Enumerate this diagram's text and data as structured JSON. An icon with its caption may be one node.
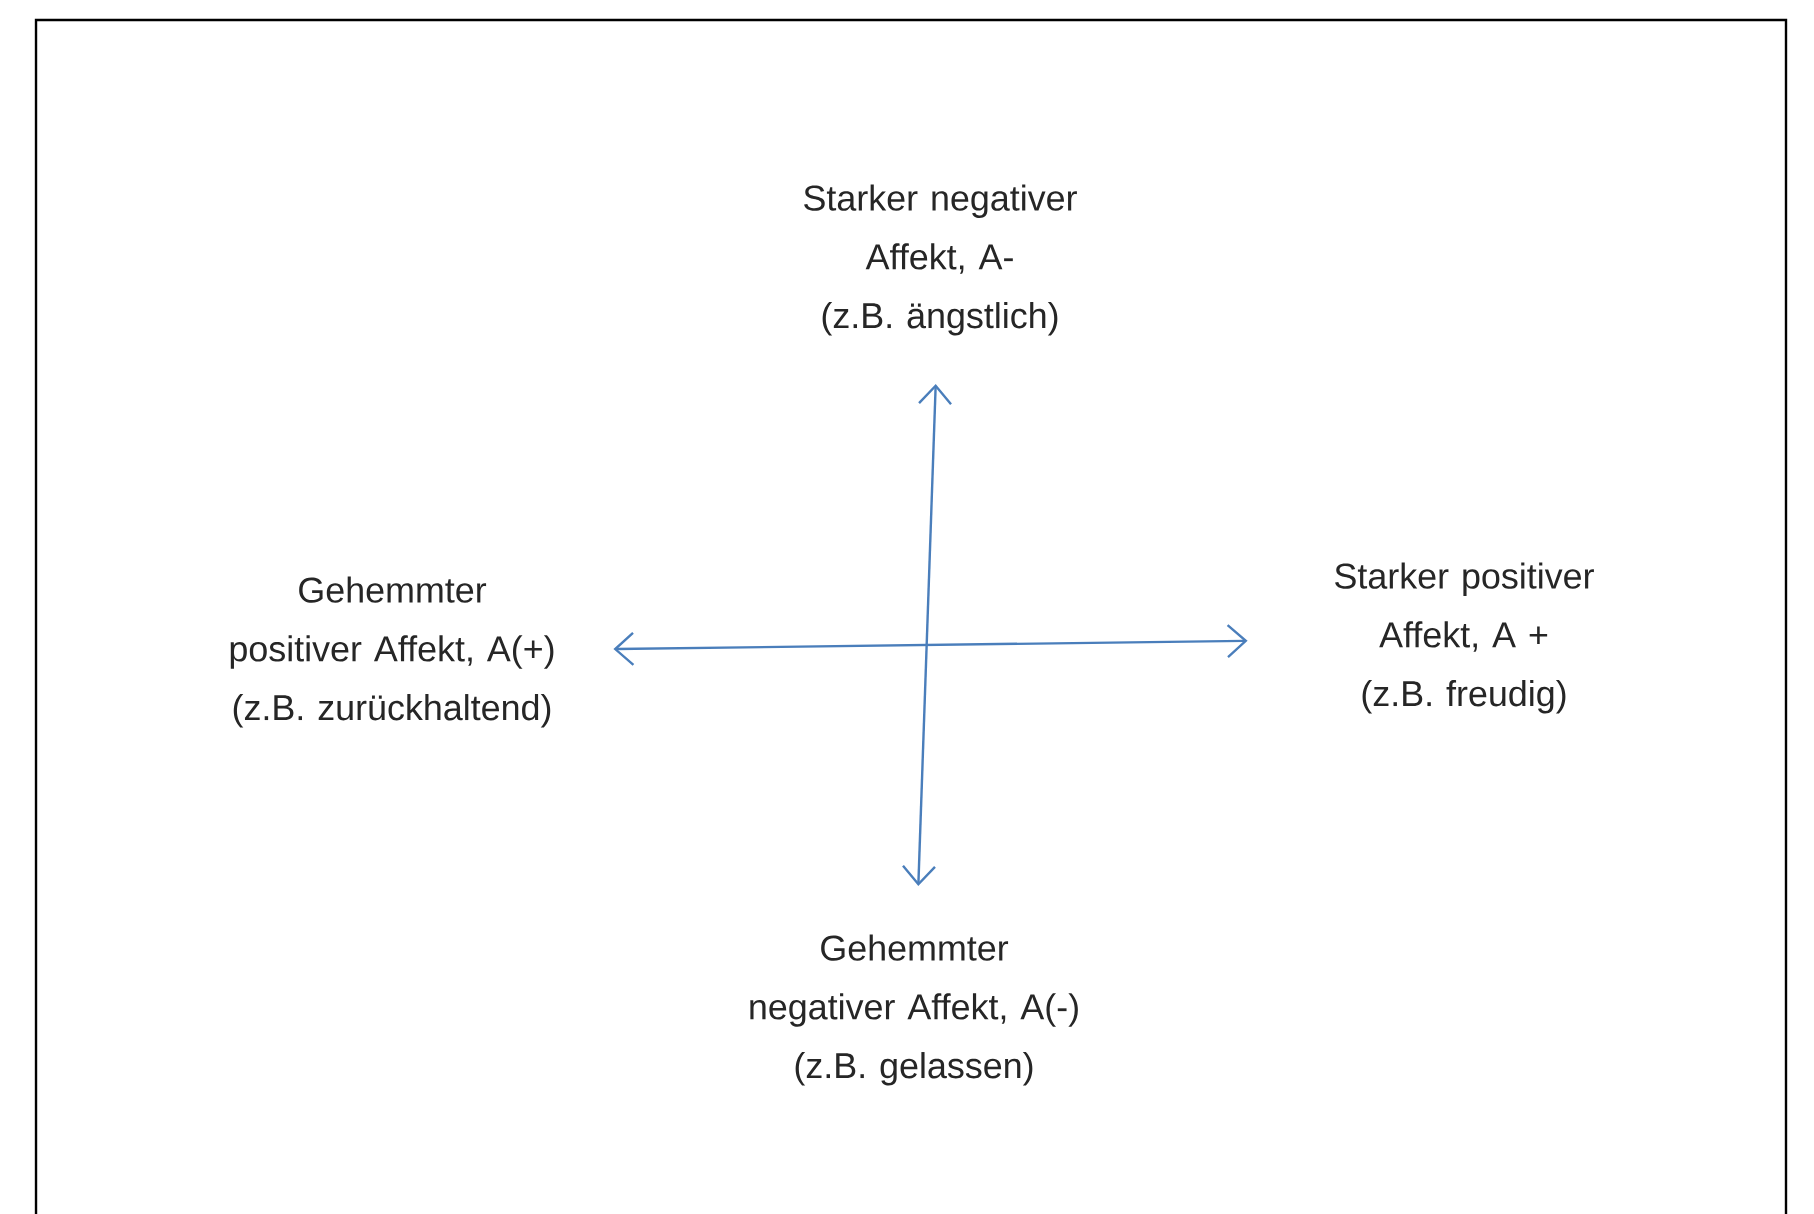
{
  "diagram": {
    "nodes": [
      {
        "text": [
          "Starker negativer Affekt, A-",
          "(z.B. ängstlich)"
        ]
      },
      {
        "text": [
          "Gehemmter positiver Affekt, A(+)",
          "(z.B. zurückhaltend)"
        ]
      },
      {
        "text": [
          "Starker positiver Affekt, A +",
          "(z.B. freudig)"
        ]
      },
      {
        "text": [
          "Gehemmter negativer Affekt, A(-)",
          "(z.B. gelassen)"
        ]
      }
    ],
    "edges": [
      {
        "from": 0,
        "to": 3,
        "arrow": "both"
      },
      {
        "from": 1,
        "to": 2,
        "arrow": "both"
      }
    ]
  }
}
